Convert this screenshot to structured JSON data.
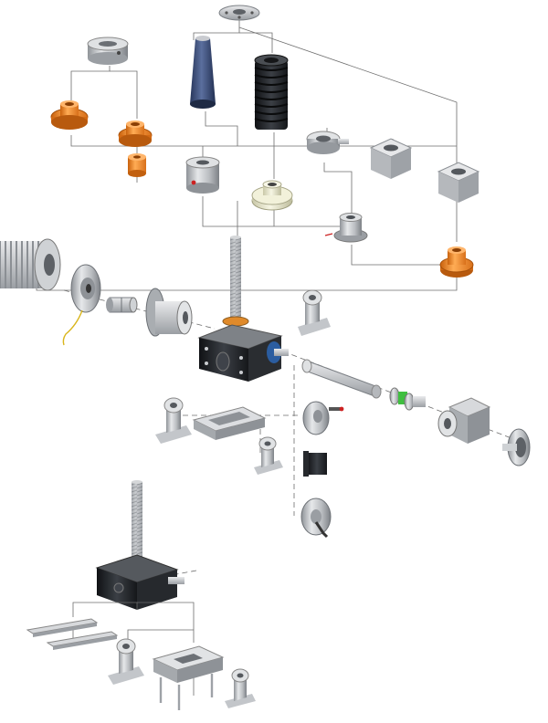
{
  "diagram": {
    "kind": "exploded-assembly-view",
    "background": "#ffffff",
    "colors": {
      "steel": "#c7c9cc",
      "steel_dark": "#8d9196",
      "housing": "#1d2024",
      "nut_bronze": "#f08a1e",
      "polymer_nut": "#ecebd2",
      "bellows": "#2b2d30",
      "spindle_cover": "#3a4d7a",
      "connector_line": "#6d6d6d"
    },
    "components": [
      {
        "id": "top-flange",
        "icon": "flange-icon"
      },
      {
        "id": "stop-collar",
        "icon": "collar-icon"
      },
      {
        "id": "spindle-tube-cover",
        "icon": "tube-cover-icon"
      },
      {
        "id": "bellows-boot",
        "icon": "bellows-icon"
      },
      {
        "id": "flange-nut-bronze",
        "icon": "flange-nut-icon"
      },
      {
        "id": "flange-nut-bronze-2",
        "icon": "flange-nut-icon"
      },
      {
        "id": "cylinder-nut-bronze",
        "icon": "nut-icon"
      },
      {
        "id": "safety-nut",
        "icon": "safety-nut-icon"
      },
      {
        "id": "polymer-flange-nut",
        "icon": "flange-nut-icon"
      },
      {
        "id": "limit-switch-collar",
        "icon": "collar-icon"
      },
      {
        "id": "square-flange",
        "icon": "square-flange-icon"
      },
      {
        "id": "square-flange-2",
        "icon": "square-flange-icon"
      },
      {
        "id": "rotation-lock-nut",
        "icon": "lock-nut-icon"
      },
      {
        "id": "trapezoidal-nut-bronze",
        "icon": "flange-nut-icon"
      },
      {
        "id": "servo-motor",
        "icon": "motor-icon"
      },
      {
        "id": "encoder-disk",
        "icon": "encoder-icon"
      },
      {
        "id": "shaft-coupling",
        "icon": "coupling-icon"
      },
      {
        "id": "motor-adapter-flange",
        "icon": "adapter-flange-icon"
      },
      {
        "id": "screw-jack-main",
        "icon": "screw-jack-icon"
      },
      {
        "id": "pillow-block-right",
        "icon": "pillow-block-icon"
      },
      {
        "id": "pillow-block-left",
        "icon": "pillow-block-icon"
      },
      {
        "id": "mounting-plate",
        "icon": "mounting-plate-icon"
      },
      {
        "id": "pillow-block-small",
        "icon": "pillow-block-icon"
      },
      {
        "id": "connecting-shaft",
        "icon": "shaft-icon"
      },
      {
        "id": "claw-coupling",
        "icon": "claw-coupling-icon"
      },
      {
        "id": "bevel-gearbox",
        "icon": "bevel-gearbox-icon"
      },
      {
        "id": "gearbox-flange",
        "icon": "flange-icon"
      },
      {
        "id": "handwheel-small",
        "icon": "handwheel-icon"
      },
      {
        "id": "hand-crank-adapter",
        "icon": "adapter-icon"
      },
      {
        "id": "handwheel-crank",
        "icon": "handwheel-icon"
      },
      {
        "id": "screw-jack-cubic",
        "icon": "screw-jack-icon"
      },
      {
        "id": "rail-bars",
        "icon": "rail-icon"
      },
      {
        "id": "pillow-block-bottom-left",
        "icon": "pillow-block-icon"
      },
      {
        "id": "mounting-plate-bottom",
        "icon": "mounting-plate-icon"
      },
      {
        "id": "pillow-block-bottom-right",
        "icon": "pillow-block-icon"
      }
    ]
  }
}
